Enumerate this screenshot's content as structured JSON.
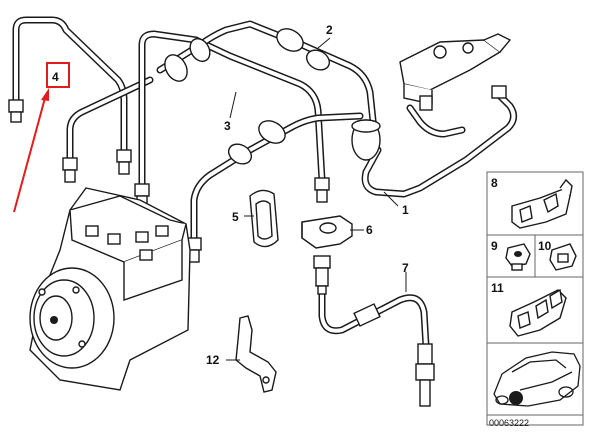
{
  "callouts": {
    "n1": "1",
    "n2": "2",
    "n3": "3",
    "n4": "4",
    "n5": "5",
    "n6": "6",
    "n7": "7",
    "n8": "8",
    "n9": "9",
    "n10": "10",
    "n11": "11",
    "n12": "12"
  },
  "diagram_code": "00063222",
  "colors": {
    "highlight": "#e31b1b",
    "line": "#1a1a1a",
    "panel_border": "#666666"
  }
}
